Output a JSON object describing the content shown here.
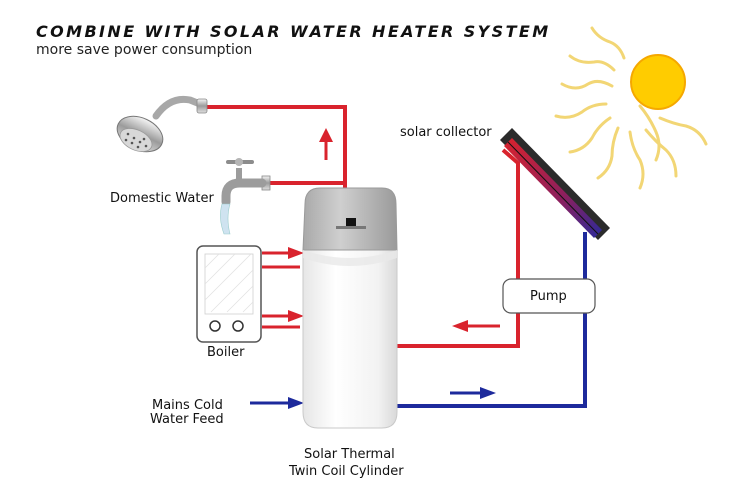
{
  "header": {
    "title": "COMBINE WITH SOLAR WATER HEATER SYSTEM",
    "subtitle": "more save power consumption"
  },
  "labels": {
    "solar_collector": "solar collector",
    "domestic_water": "Domestic Water",
    "pump": "Pump",
    "boiler": "Boiler",
    "mains_line1": "Mains Cold",
    "mains_line2": "Water Feed",
    "cylinder_line1": "Solar Thermal",
    "cylinder_line2": "Twin Coil Cylinder"
  },
  "colors": {
    "hot_pipe": "#d9232d",
    "cold_pipe": "#1d2a9c",
    "sun": "#ffcc00",
    "sun_rays": "#f2d675"
  },
  "icons": [
    "shower-head-icon",
    "water-tap-icon",
    "sun-icon",
    "boiler-icon",
    "solar-panel-icon",
    "water-cylinder-icon"
  ]
}
